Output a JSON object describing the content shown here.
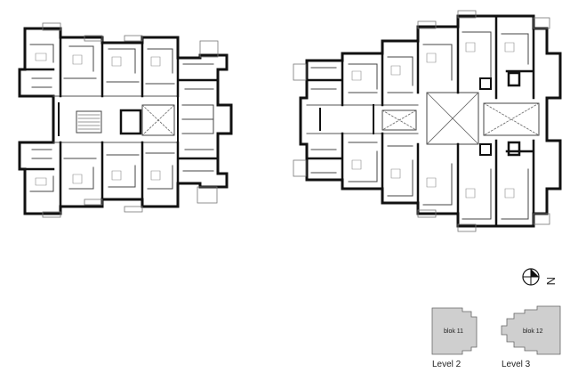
{
  "plans": {
    "level2_caption": "Level 2",
    "level3_caption": "Level 3"
  },
  "key_plans": {
    "blok11_label": "blok 11",
    "blok12_label": "blok 12"
  },
  "north_arrow": {
    "letter": "N"
  },
  "colors": {
    "wall": "#111111",
    "thin_line": "#555555",
    "block_fill": "#cfcfcf",
    "block_stroke": "#666666"
  }
}
